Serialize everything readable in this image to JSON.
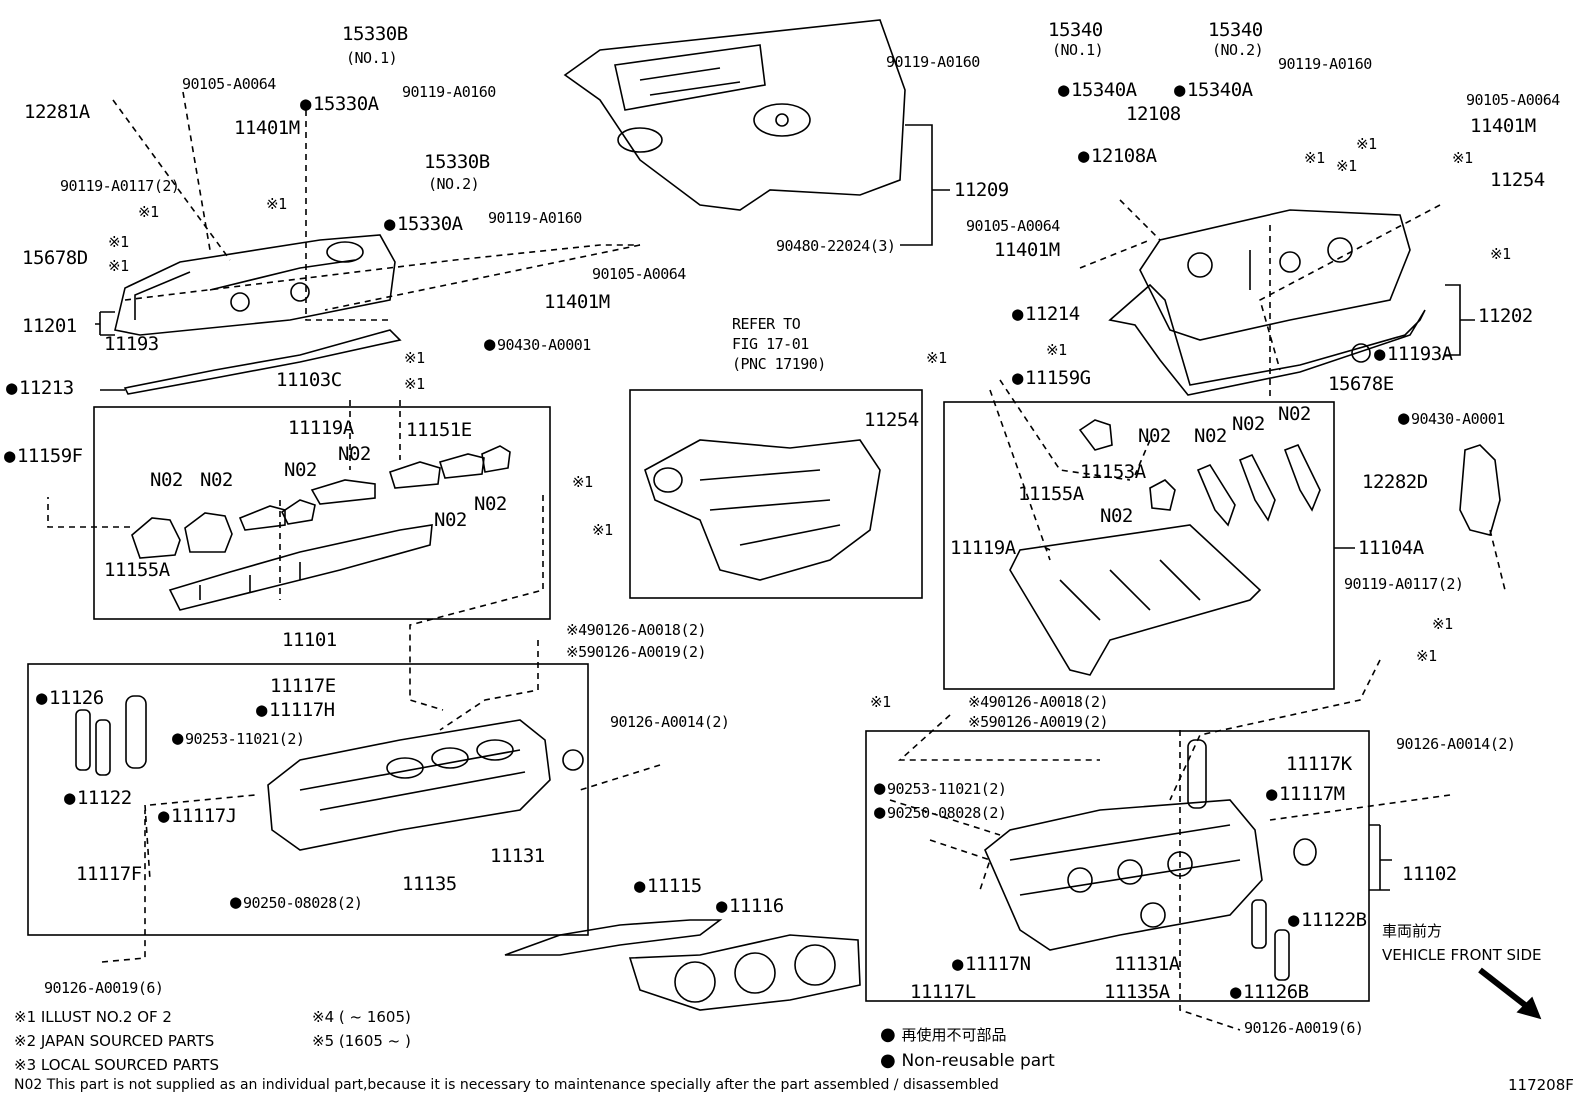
{
  "labels": {
    "p12281A": "12281A",
    "p90105_A0064_a": "90105-A0064",
    "p11401M_a": "11401M",
    "p90119_A0117_a": "90119-A0117(2)",
    "p15330B_1": "15330B",
    "p15330B_1_sub": "(NO.1)",
    "p15330A_1": "15330A",
    "p90119_A0160_a": "90119-A0160",
    "p15330B_2": "15330B",
    "p15330B_2_sub": "(NO.2)",
    "p15330A_2": "15330A",
    "p90119_A0160_b": "90119-A0160",
    "p90105_A0064_b": "90105-A0064",
    "p11401M_b": "11401M",
    "p15678D": "15678D",
    "p11201": "11201",
    "p11193": "11193",
    "p11213": "11213",
    "p90430_A0001_a": "90430-A0001",
    "p11103C": "11103C",
    "p11119A_a": "11119A",
    "p11151E": "11151E",
    "p11159F": "11159F",
    "p11155A_a": "11155A",
    "p11101": "11101",
    "p11126": "11126",
    "p11122": "11122",
    "p11117E": "11117E",
    "p11117H": "11117H",
    "p90253_a": "90253-11021(2)",
    "p11117J": "11117J",
    "p11117F": "11117F",
    "p90250_a": "90250-08028(2)",
    "p11135": "11135",
    "p11131": "11131",
    "p90126_A0018_a": "90126-A0018(2)",
    "p90126_A0019_a": "90126-A0019(2)",
    "p90126_A0014_a": "90126-A0014(2)",
    "p90126_A0019_6a": "90126-A0019(6)",
    "p11209": "11209",
    "p90480": "90480-22024(3)",
    "refer1": "REFER TO",
    "refer2": "FIG 17-01",
    "refer3": "(PNC 17190)",
    "p11254_a": "11254",
    "p11115": "11115",
    "p11116": "11116",
    "p15340_1": "15340",
    "p15340_1_sub": "(NO.1)",
    "p15340_2": "15340",
    "p15340_2_sub": "(NO.2)",
    "p90119_A0160_c": "90119-A0160",
    "p90119_A0160_d": "90119-A0160",
    "p15340A_1": "15340A",
    "p15340A_2": "15340A",
    "p12108": "12108",
    "p12108A": "12108A",
    "p90105_A0064_c": "90105-A0064",
    "p11401M_c": "11401M",
    "p11254_b": "11254",
    "p90105_A0064_d": "90105-A0064",
    "p11401M_d": "11401M",
    "p11214": "11214",
    "p11202": "11202",
    "p11193A": "11193A",
    "p15678E": "15678E",
    "p11159G": "11159G",
    "p90430_A0001_b": "90430-A0001",
    "p11153A": "11153A",
    "p11155A_b": "11155A",
    "p12282D": "12282D",
    "p11119A_b": "11119A",
    "p11104A": "11104A",
    "p90119_A0117_b": "90119-A0117(2)",
    "p90126_A0018_b": "90126-A0018(2)",
    "p90126_A0019_b": "90126-A0019(2)",
    "p90126_A0014_b": "90126-A0014(2)",
    "p90253_b": "90253-11021(2)",
    "p90250_b": "90250-08028(2)",
    "p11117K": "11117K",
    "p11117M": "11117M",
    "p11102": "11102",
    "p11122B": "11122B",
    "p11131A": "11131A",
    "p11117N": "11117N",
    "p11117L": "11117L",
    "p11135A": "11135A",
    "p11126B": "11126B",
    "p90126_A0019_6b": "90126-A0019(6)",
    "n02": "N02",
    "x1": "※1",
    "x4": "※4",
    "x5": "※5"
  },
  "direction": {
    "jp": "車両前方",
    "en": "VEHICLE FRONT SIDE"
  },
  "footnotes": {
    "n1": "※1 ILLUST NO.2 OF 2",
    "n2": "※2 JAPAN SOURCED PARTS",
    "n3": "※3 LOCAL SOURCED PARTS",
    "n4": "※4 (        ~ 1605)",
    "n5": "※5 (1605 ~        )",
    "nonreuse_jp": "再使用不可部品",
    "nonreuse_en": "Non-reusable part",
    "n02_note": "N02 This part is not supplied as an individual part,because it is necessary to maintenance specially after the part assembled / disassembled",
    "fig_id": "117208F"
  }
}
